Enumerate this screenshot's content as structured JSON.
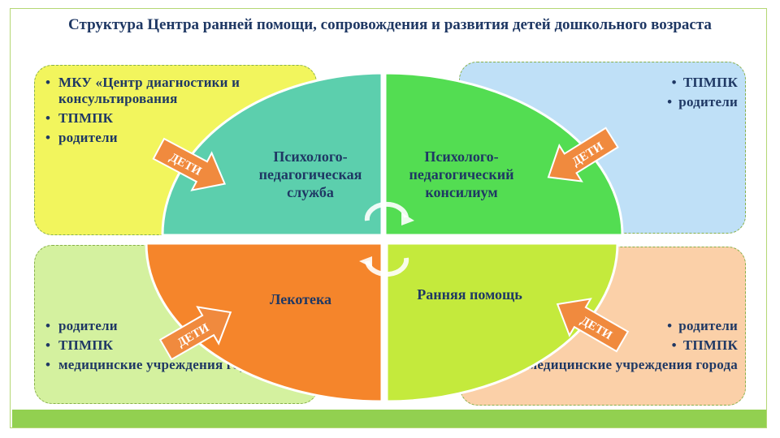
{
  "title": "Структура Центра ранней помощи, сопровождения и развития детей дошкольного возраста",
  "quadrants": {
    "top_left": "Психолого-педагогическая служба",
    "top_right": "Психолого-педагогический консилиум",
    "bottom_left": "Лекотека",
    "bottom_right": "Ранняя помощь"
  },
  "boxes": {
    "top_left": [
      "МКУ «Центр диагностики и консультирования",
      "ТПМПК",
      "родители"
    ],
    "top_right": [
      "ТПМПК",
      "родители"
    ],
    "bottom_left": [
      "родители",
      "ТПМПК",
      "медицинские учреждения города"
    ],
    "bottom_right": [
      "родители",
      "ТПМПК",
      "медицинские учреждения города"
    ]
  },
  "arrow_label": "ДЕТИ",
  "colors": {
    "title": "#1f3864",
    "box_top_left": "#f2f55d",
    "box_top_right": "#bfe0f7",
    "box_bottom_left": "#d4f19f",
    "box_bottom_right": "#fbd0a8",
    "quadrant_top_left": "#5ccfad",
    "quadrant_top_right": "#53dd52",
    "quadrant_bottom_left": "#f5852b",
    "quadrant_bottom_right": "#c4ea3c",
    "arrow": "#f08a3e",
    "bottom_bar": "#92d050"
  }
}
